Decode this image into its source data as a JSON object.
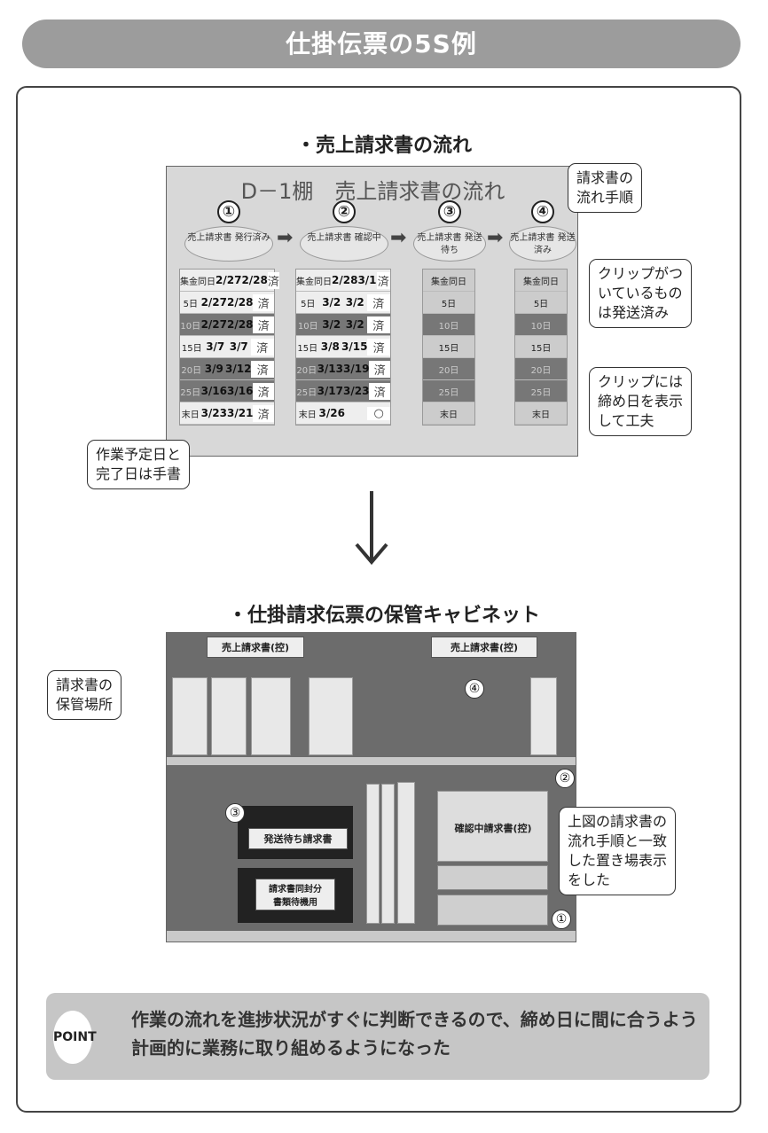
{
  "header": {
    "title": "仕掛伝票の5S例"
  },
  "section1": {
    "heading": "・売上請求書の流れ"
  },
  "board": {
    "title": "D－1棚　売上請求書の流れ",
    "steps": [
      {
        "num": "①",
        "label": "売上請求書 発行済み"
      },
      {
        "num": "②",
        "label": "売上請求書 確認中"
      },
      {
        "num": "③",
        "label": "売上請求書 発送待ち"
      },
      {
        "num": "④",
        "label": "売上請求書 発送済み"
      }
    ],
    "col1": [
      {
        "day": "集金同日",
        "a": "2/27",
        "b": "2/28",
        "s": "済"
      },
      {
        "day": "5日",
        "a": "2/27",
        "b": "2/28",
        "s": "済"
      },
      {
        "day": "10日",
        "a": "2/27",
        "b": "2/28",
        "s": "済"
      },
      {
        "day": "15日",
        "a": "3/7",
        "b": "3/7",
        "s": "済"
      },
      {
        "day": "20日",
        "a": "3/9",
        "b": "3/12",
        "s": "済"
      },
      {
        "day": "25日",
        "a": "3/16",
        "b": "3/16",
        "s": "済"
      },
      {
        "day": "末日",
        "a": "3/23",
        "b": "3/21",
        "s": "済"
      }
    ],
    "col2": [
      {
        "day": "集金同日",
        "a": "2/28",
        "b": "3/1",
        "s": "済"
      },
      {
        "day": "5日",
        "a": "3/2",
        "b": "3/2",
        "s": "済"
      },
      {
        "day": "10日",
        "a": "3/2",
        "b": "3/2",
        "s": "済"
      },
      {
        "day": "15日",
        "a": "3/8",
        "b": "3/15",
        "s": "済"
      },
      {
        "day": "20日",
        "a": "3/13",
        "b": "3/19",
        "s": "済"
      },
      {
        "day": "25日",
        "a": "3/17",
        "b": "3/23",
        "s": "済"
      },
      {
        "day": "末日",
        "a": "3/26",
        "b": "",
        "s": "○"
      }
    ],
    "col34_days": [
      "集金同日",
      "5日",
      "10日",
      "15日",
      "20日",
      "25日",
      "末日"
    ]
  },
  "callouts": {
    "flow_steps": "請求書の\n流れ手順",
    "clip_sent": "クリップがつ\nいているもの\nは発送済み",
    "clip_date": "クリップには\n締め日を表示\nして工夫",
    "handwritten": "作業予定日と\n完了日は手書",
    "storage": "請求書の\n保管場所",
    "matching": "上図の請求書の\n流れ手順と一致\nした置き場表示\nをした"
  },
  "section2": {
    "heading": "・仕掛請求伝票の保管キャビネット"
  },
  "cabinet": {
    "sign_left": "売上請求書(控)",
    "sign_right": "売上請求書(控)",
    "box3": "発送待ち請求書",
    "box_lower": "請求書同封分\n書類待機用",
    "box2": "確認中請求書(控)",
    "nums": [
      "①",
      "②",
      "③",
      "④"
    ]
  },
  "point": {
    "badge": "POINT",
    "text": "作業の流れを進捗状況がすぐに判断できるので、締め日に間に合うよう計画的に業務に取り組めるようになった"
  }
}
